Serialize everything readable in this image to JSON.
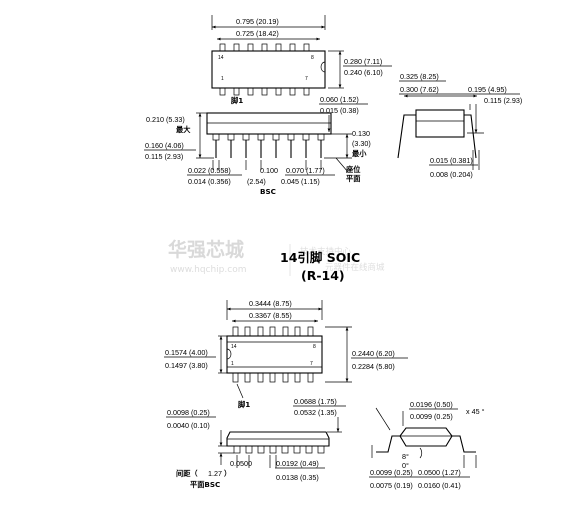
{
  "dip": {
    "len_max": "0.795 (20.19)",
    "len_min": "0.725 (18.42)",
    "width_max": "0.280 (7.11)",
    "width_min": "0.240 (6.10)",
    "pin14": "14",
    "pin8": "8",
    "pin1": "1",
    "pin7": "7",
    "pin1_label": "脚1",
    "standoff_max": "0.060 (1.52)",
    "standoff_min": "0.015 (0.38)",
    "height_max": "0.210 (5.33)",
    "max_label": "最大",
    "body_max": "0.160 (4.06)",
    "body_min": "0.115 (2.93)",
    "lead_len": "0.130",
    "lead_len_mm": "(3.30)",
    "min_label": "最小",
    "lead_w_max": "0.022 (0.558)",
    "lead_w_min": "0.014 (0.356)",
    "pitch": "0.100",
    "pitch_mm": "(2.54)",
    "bsc": "BSC",
    "shoulder_max": "0.070 (1.77)",
    "shoulder_min": "0.045 (1.15)",
    "seating_label": "座位",
    "plane_label": "平面"
  },
  "dip_side": {
    "span_max": "0.325 (8.25)",
    "span_nom": "0.300 (7.62)",
    "span_min": "0.195 (4.95)",
    "lead_h": "0.115 (2.93)",
    "thick_max": "0.015 (0.381)",
    "thick_min": "0.008 (0.204)"
  },
  "watermark": {
    "brand": "华强芯城",
    "url": "www.hqchip.com",
    "slogan_1": "技术支持中心",
    "slogan_2": "元器件在线商城"
  },
  "soic": {
    "title_1": "14引脚 SOIC",
    "title_2": "(R-14)",
    "len_max": "0.3444 (8.75)",
    "len_min": "0.3367 (8.55)",
    "width_max": "0.1574 (4.00)",
    "width_min": "0.1497 (3.80)",
    "span_max": "0.2440 (6.20)",
    "span_min": "0.2284 (5.80)",
    "pin14": "14",
    "pin8": "8",
    "pin1": "1",
    "pin7": "7",
    "pin1_label": "脚1",
    "height_max": "0.0688 (1.75)",
    "height_min": "0.0532 (1.35)",
    "standoff_max": "0.0098 (0.25)",
    "standoff_min": "0.0040 (0.10)",
    "chamfer_max": "0.0196 (0.50)",
    "chamfer_min": "0.0099 (0.25)",
    "chamfer_angle": "x 45 °",
    "pitch_label": "间距（",
    "pitch_val": "1.27",
    "pitch_close": "）",
    "plane_bsc": "平面BSC",
    "pitch_in": "0.0500",
    "lead_w_max": "0.0192 (0.49)",
    "lead_w_min": "0.0138 (0.35)",
    "angle_max": "8°",
    "angle_min": "0°",
    "thick_max": "0.0099 (0.25)",
    "thick_min": "0.0075 (0.19)",
    "foot_max": "0.0500 (1.27)",
    "foot_min": "0.0160 (0.41)"
  }
}
